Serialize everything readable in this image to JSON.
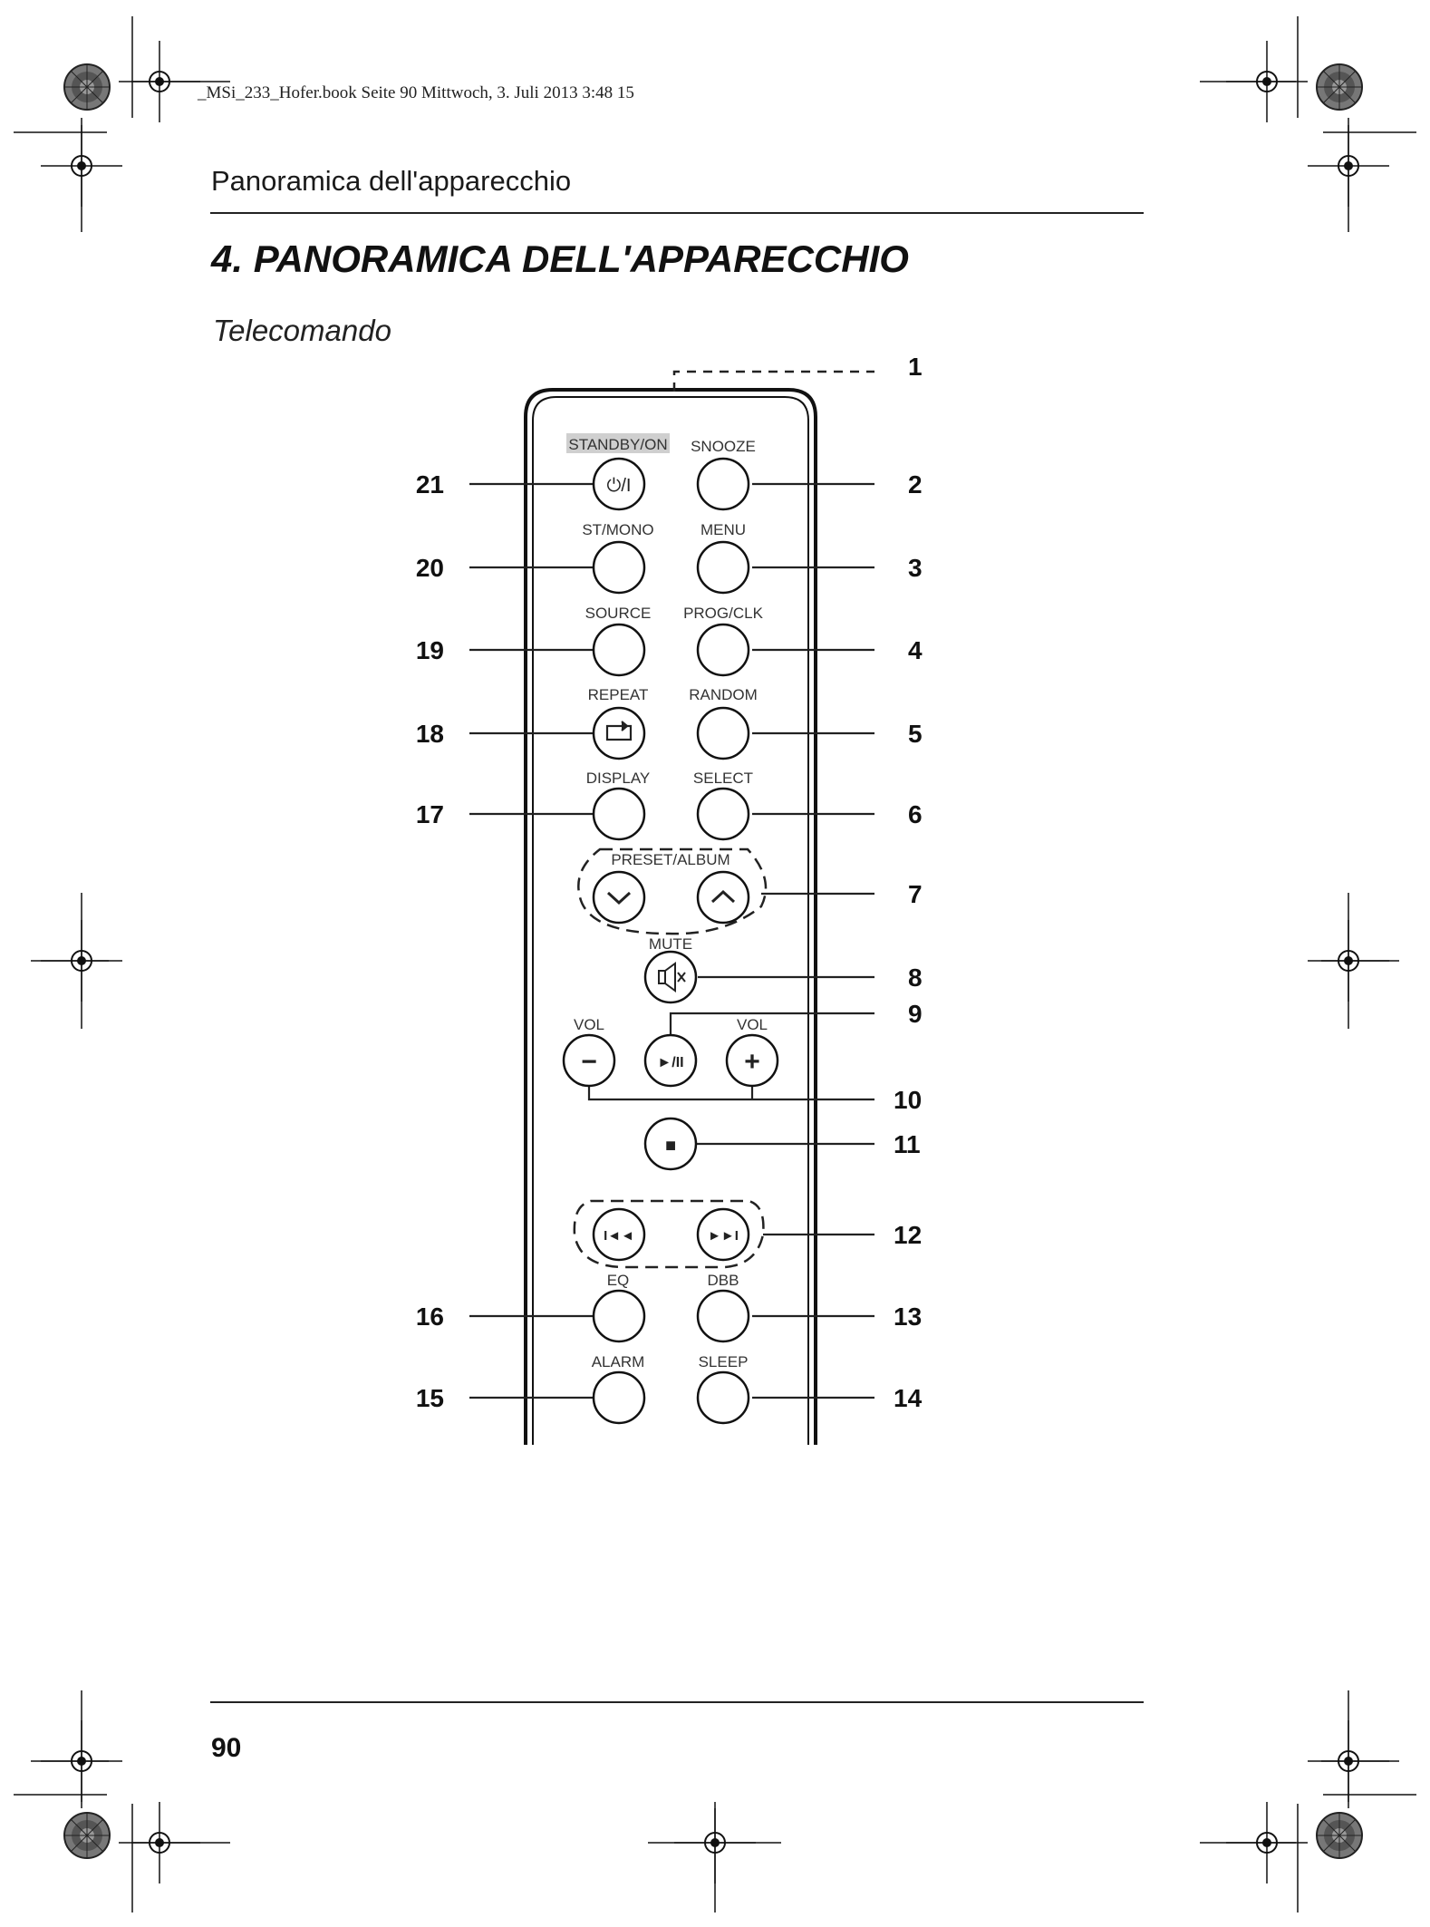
{
  "page": {
    "printline": "_MSi_233_Hofer.book  Seite 90  Mittwoch, 3. Juli 2013  3:48 15",
    "running_header": "Panoramica dell'apparecchio",
    "chapter_title": "4. PANORAMICA DELL'APPARECCHIO",
    "section_title": "Telecomando",
    "page_number": "90"
  },
  "remote": {
    "buttons": {
      "standby": "STANDBY/ON",
      "snooze": "SNOOZE",
      "st_mono": "ST/MONO",
      "menu": "MENU",
      "source": "SOURCE",
      "prog_clk": "PROG/CLK",
      "repeat": "REPEAT",
      "random": "RANDOM",
      "display": "DISPLAY",
      "select": "SELECT",
      "preset_album": "PRESET/ALBUM",
      "mute": "MUTE",
      "vol_minus": "VOL",
      "vol_plus": "VOL",
      "eq": "EQ",
      "dbb": "DBB",
      "alarm": "ALARM",
      "sleep": "SLEEP"
    },
    "glyphs": {
      "power": "⏻/I",
      "play_pause": "►/II",
      "stop": "■",
      "prev": "I◄◄",
      "next": "►►I",
      "minus": "−",
      "plus": "+"
    },
    "callouts": {
      "c1": "1",
      "c2": "2",
      "c3": "3",
      "c4": "4",
      "c5": "5",
      "c6": "6",
      "c7": "7",
      "c8": "8",
      "c9": "9",
      "c10": "10",
      "c11": "11",
      "c12": "12",
      "c13": "13",
      "c14": "14",
      "c15": "15",
      "c16": "16",
      "c17": "17",
      "c18": "18",
      "c19": "19",
      "c20": "20",
      "c21": "21"
    }
  }
}
